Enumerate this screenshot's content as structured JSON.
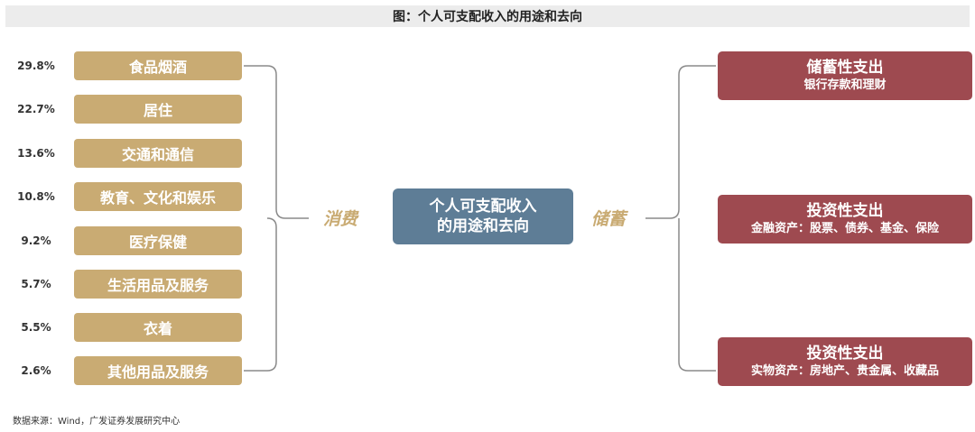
{
  "title": "图：个人可支配收入的用途和去向",
  "center": {
    "line1": "个人可支配收入",
    "line2": "的用途和去向"
  },
  "consumption": {
    "label": "消费",
    "items": [
      {
        "pct": "29.8%",
        "name": "食品烟酒"
      },
      {
        "pct": "22.7%",
        "name": "居住"
      },
      {
        "pct": "13.6%",
        "name": "交通和通信"
      },
      {
        "pct": "10.8%",
        "name": "教育、文化和娱乐"
      },
      {
        "pct": "9.2%",
        "name": "医疗保健"
      },
      {
        "pct": "5.7%",
        "name": "生活用品及服务"
      },
      {
        "pct": "5.5%",
        "name": "衣着"
      },
      {
        "pct": "2.6%",
        "name": "其他用品及服务"
      }
    ]
  },
  "savings": {
    "label": "储蓄",
    "items": [
      {
        "main": "储蓄性支出",
        "sub": "银行存款和理财"
      },
      {
        "main": "投资性支出",
        "sub": "金融资产：股票、债券、基金、保险"
      },
      {
        "main": "投资性支出",
        "sub": "实物资产：房地产、贵金属、收藏品"
      }
    ]
  },
  "source": "数据来源：Wind，广发证券发展研究中心",
  "colors": {
    "category": "#c9ab73",
    "center": "#5e7d96",
    "savings": "#9e4a50",
    "accent_text": "#c9ab73",
    "title_bg": "#ececec",
    "connector": "#8a8a8a"
  }
}
